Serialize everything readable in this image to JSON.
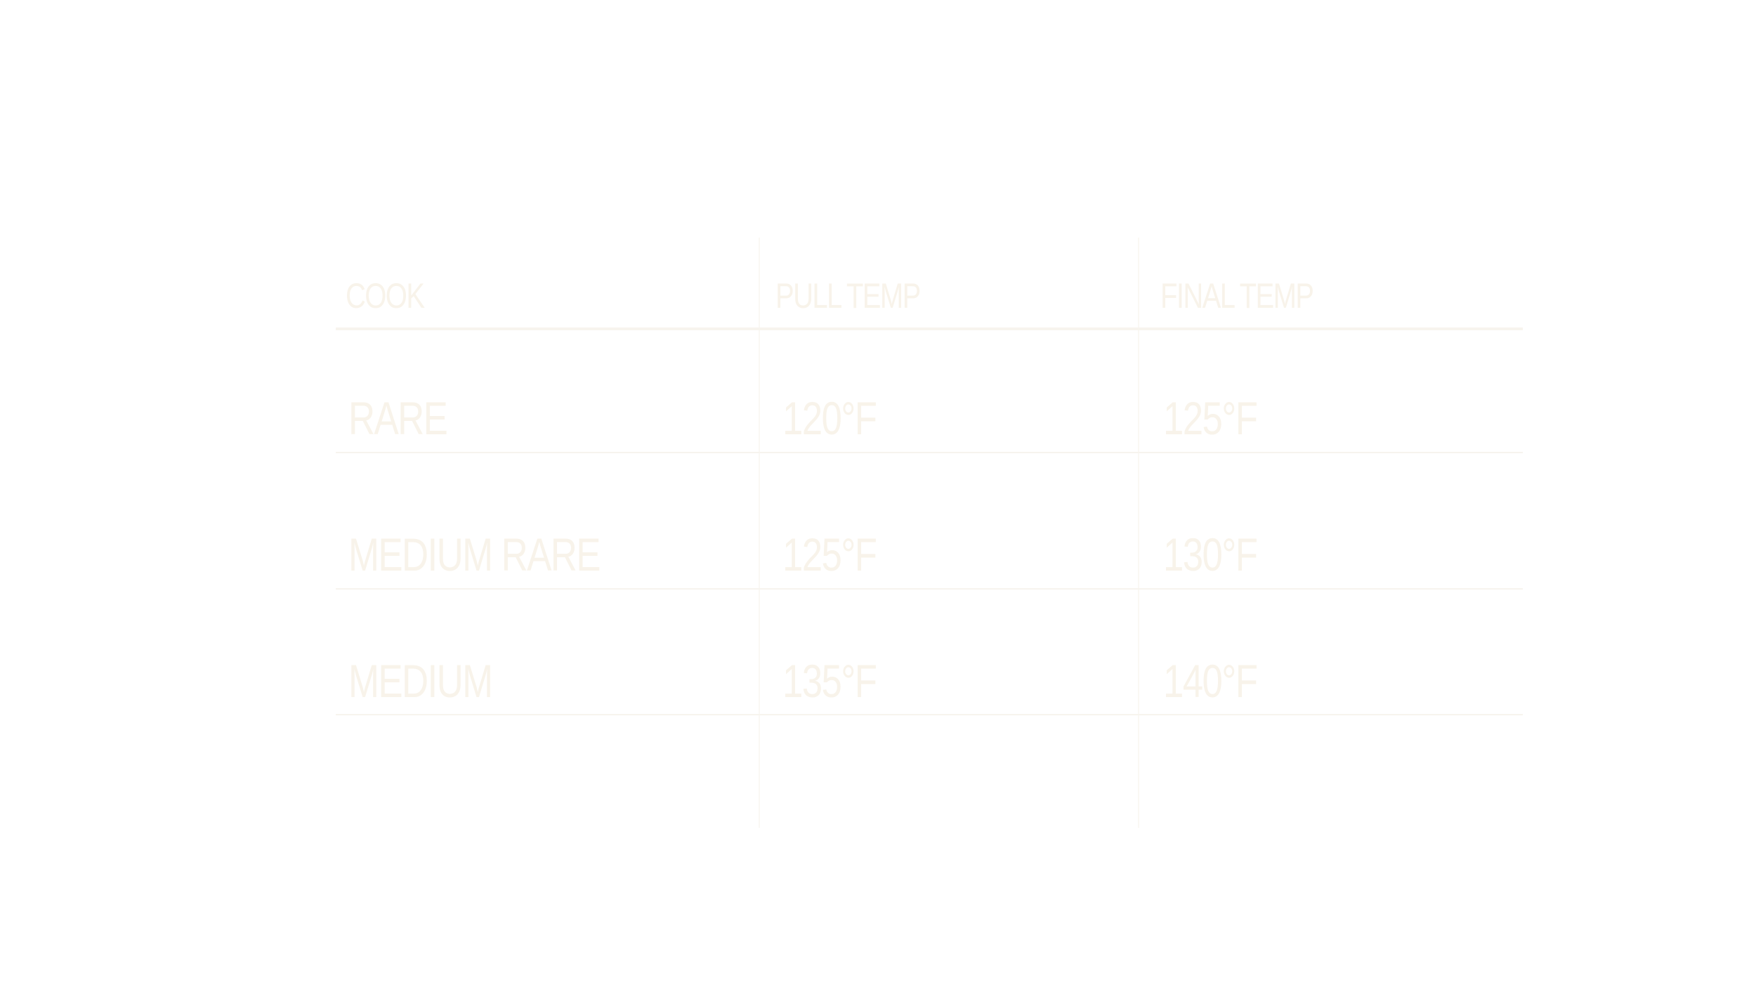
{
  "table": {
    "headers": [
      "COOK",
      "PULL TEMP",
      "FINAL TEMP"
    ],
    "rows": [
      [
        "RARE",
        "120°F",
        "125°F"
      ],
      [
        "MEDIUM RARE",
        "125°F",
        "130°F"
      ],
      [
        "MEDIUM",
        "135°F",
        "140°F"
      ]
    ]
  },
  "colors": {
    "background": "#ffffff",
    "text": "#f8f3ea",
    "rule": "#f7f4ee"
  }
}
